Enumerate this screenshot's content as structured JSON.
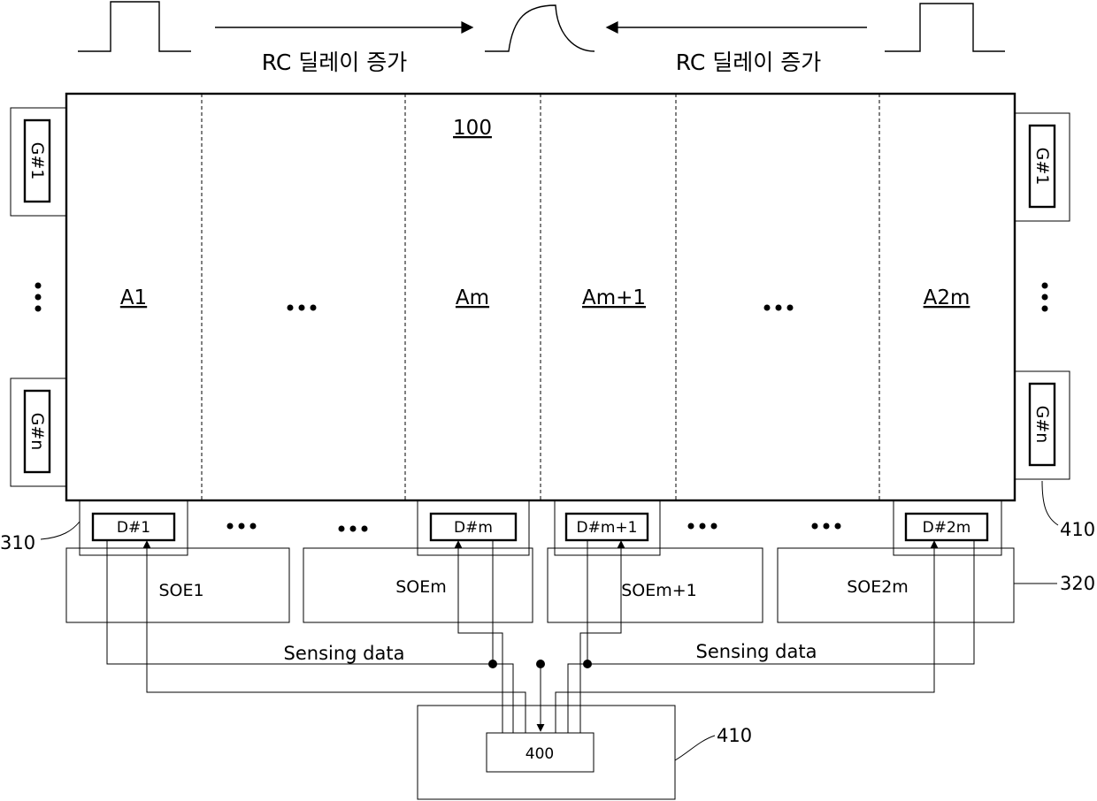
{
  "header": {
    "left_label": "RC 딜레이 증가",
    "right_label": "RC 딜레이 증가"
  },
  "panel": {
    "ref": "100",
    "areas": [
      "A1",
      "Am",
      "Am+1",
      "A2m"
    ]
  },
  "gate_drivers": {
    "left_top": "G#1",
    "left_bottom": "G#n",
    "right_top": "G#1",
    "right_bottom": "G#n"
  },
  "data_drivers": [
    "D#1",
    "D#m",
    "D#m+1",
    "D#2m"
  ],
  "source_pcbs": [
    "SOE1",
    "SOEm",
    "SOEm+1",
    "SOE2m"
  ],
  "sensing_labels": [
    "Sensing data",
    "Sensing data"
  ],
  "controller": {
    "label": "400"
  },
  "reference_numerals": {
    "data_driver_ref": "310",
    "pcb_ref": "320",
    "gate_ref": "410",
    "controller_ref": "410"
  }
}
